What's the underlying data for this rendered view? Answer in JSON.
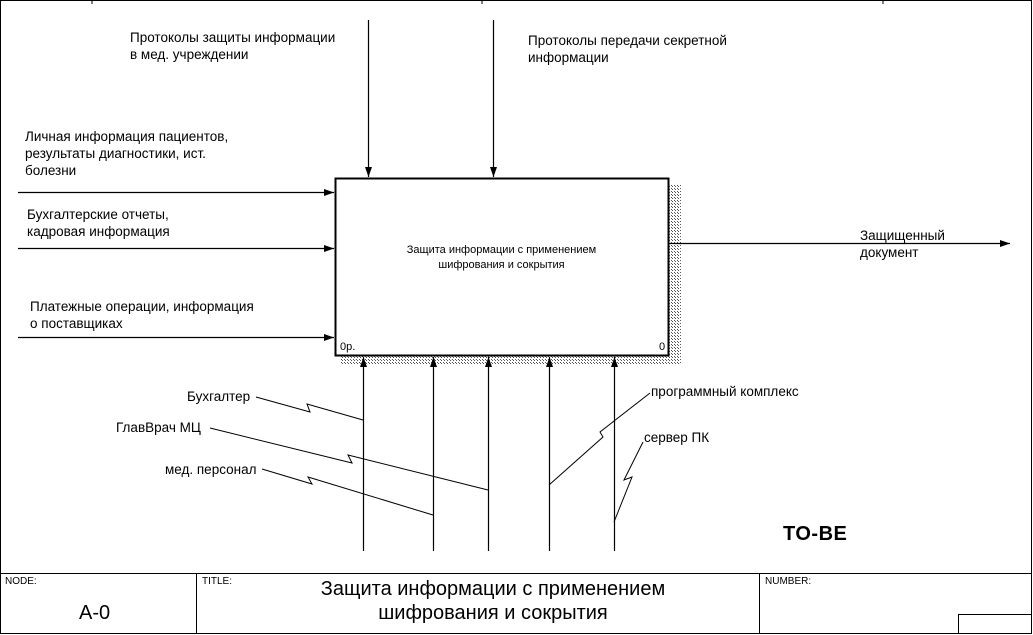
{
  "diagram": {
    "box": {
      "label": "Защита информации с применением\nшифрования и сокрытия",
      "cost": "0р.",
      "number": "0"
    },
    "controls": [
      {
        "label": "Протоколы защиты информации\nв мед. учреждении"
      },
      {
        "label": "Протоколы передачи секретной\nинформации"
      }
    ],
    "inputs": [
      {
        "label": "Личная информация пациентов,\nрезультаты диагностики, ист.\nболезни"
      },
      {
        "label": "Бухгалтерские отчеты,\nкадровая информация"
      },
      {
        "label": "Платежные операции, информация\nо поставщиках"
      }
    ],
    "outputs": [
      {
        "label": "Защищенный\nдокумент"
      }
    ],
    "mechanisms": [
      {
        "label": "Бухгалтер"
      },
      {
        "label": "ГлавВрач МЦ"
      },
      {
        "label": "мед. персонал"
      },
      {
        "label": "программный комплекс"
      },
      {
        "label": "сервер ПК"
      }
    ],
    "status": "TO-BE"
  },
  "footer": {
    "node_label": "NODE:",
    "node_value": "A-0",
    "title_label": "TITLE:",
    "title_value": "Защита информации с применением\nшифрования и сокрытия",
    "number_label": "NUMBER:"
  }
}
